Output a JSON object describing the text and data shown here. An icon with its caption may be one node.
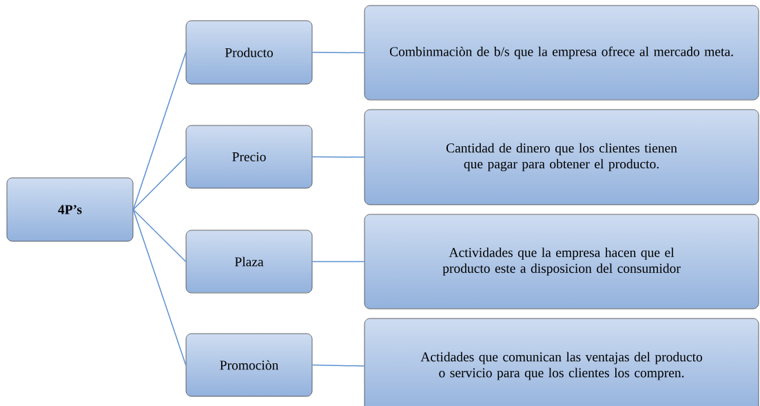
{
  "diagram": {
    "nodes": [
      {
        "text": [
          "4P’s"
        ]
      },
      {
        "text": [
          "Producto"
        ]
      },
      {
        "text": [
          "Combinmaciòn de b/s que la empresa ofrece al mercado meta."
        ]
      },
      {
        "text": [
          "Precio"
        ]
      },
      {
        "text": [
          "Cantidad de dinero que los clientes tienen que pagar para obtener el producto."
        ]
      },
      {
        "text": [
          "Plaza"
        ]
      },
      {
        "text": [
          "Actividades que la empresa hacen que el producto este a disposicion del consumidor"
        ]
      },
      {
        "text": [
          "Promociòn"
        ]
      },
      {
        "text": [
          "Actidades que comunican las ventajas del producto o servicio para que los clientes los compren."
        ]
      }
    ],
    "edges": [
      {
        "from": 0,
        "to": 1,
        "arrow": "none"
      },
      {
        "from": 0,
        "to": 3,
        "arrow": "none"
      },
      {
        "from": 0,
        "to": 5,
        "arrow": "none"
      },
      {
        "from": 0,
        "to": 7,
        "arrow": "none"
      },
      {
        "from": 1,
        "to": 2,
        "arrow": "none"
      },
      {
        "from": 3,
        "to": 4,
        "arrow": "none"
      },
      {
        "from": 5,
        "to": 6,
        "arrow": "none"
      },
      {
        "from": 7,
        "to": 8,
        "arrow": "none"
      }
    ]
  }
}
